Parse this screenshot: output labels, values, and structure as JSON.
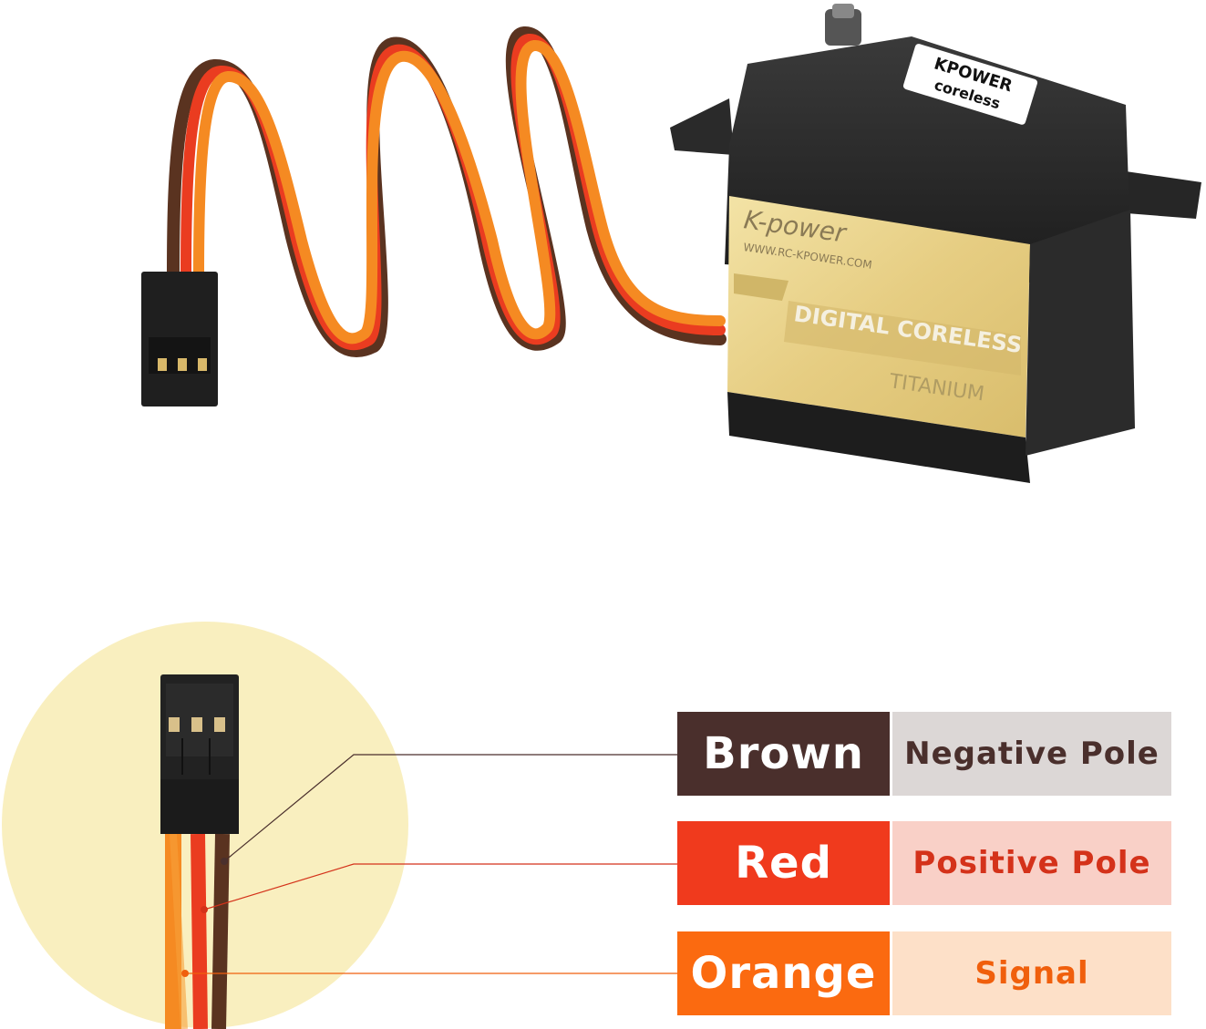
{
  "product": {
    "brand_logo": "K-power",
    "website": "WWW.RC-KPOWER.COM",
    "label_line1": "DIGITAL CORELESS",
    "label_line2": "TITANIUM",
    "top_label_brand": "KPOWER",
    "top_label_model": "coreless"
  },
  "wire_legend": [
    {
      "color_name": "Brown",
      "function": "Negative Pole",
      "color_hex": "#4a2f2c",
      "bg_hex": "#dcd7d6",
      "text_hex": "#4a2f2c"
    },
    {
      "color_name": "Red",
      "function": "Positive Pole",
      "color_hex": "#f03a1d",
      "bg_hex": "#f9d0c7",
      "text_hex": "#d4321a"
    },
    {
      "color_name": "Orange",
      "function": "Signal",
      "color_hex": "#fb6a10",
      "bg_hex": "#fde0c8",
      "text_hex": "#f05f0c"
    }
  ],
  "colors": {
    "zoom_circle": "#f9efbf",
    "servo_body": "#2a2a2a",
    "gold_panel": "#e9d28a"
  }
}
